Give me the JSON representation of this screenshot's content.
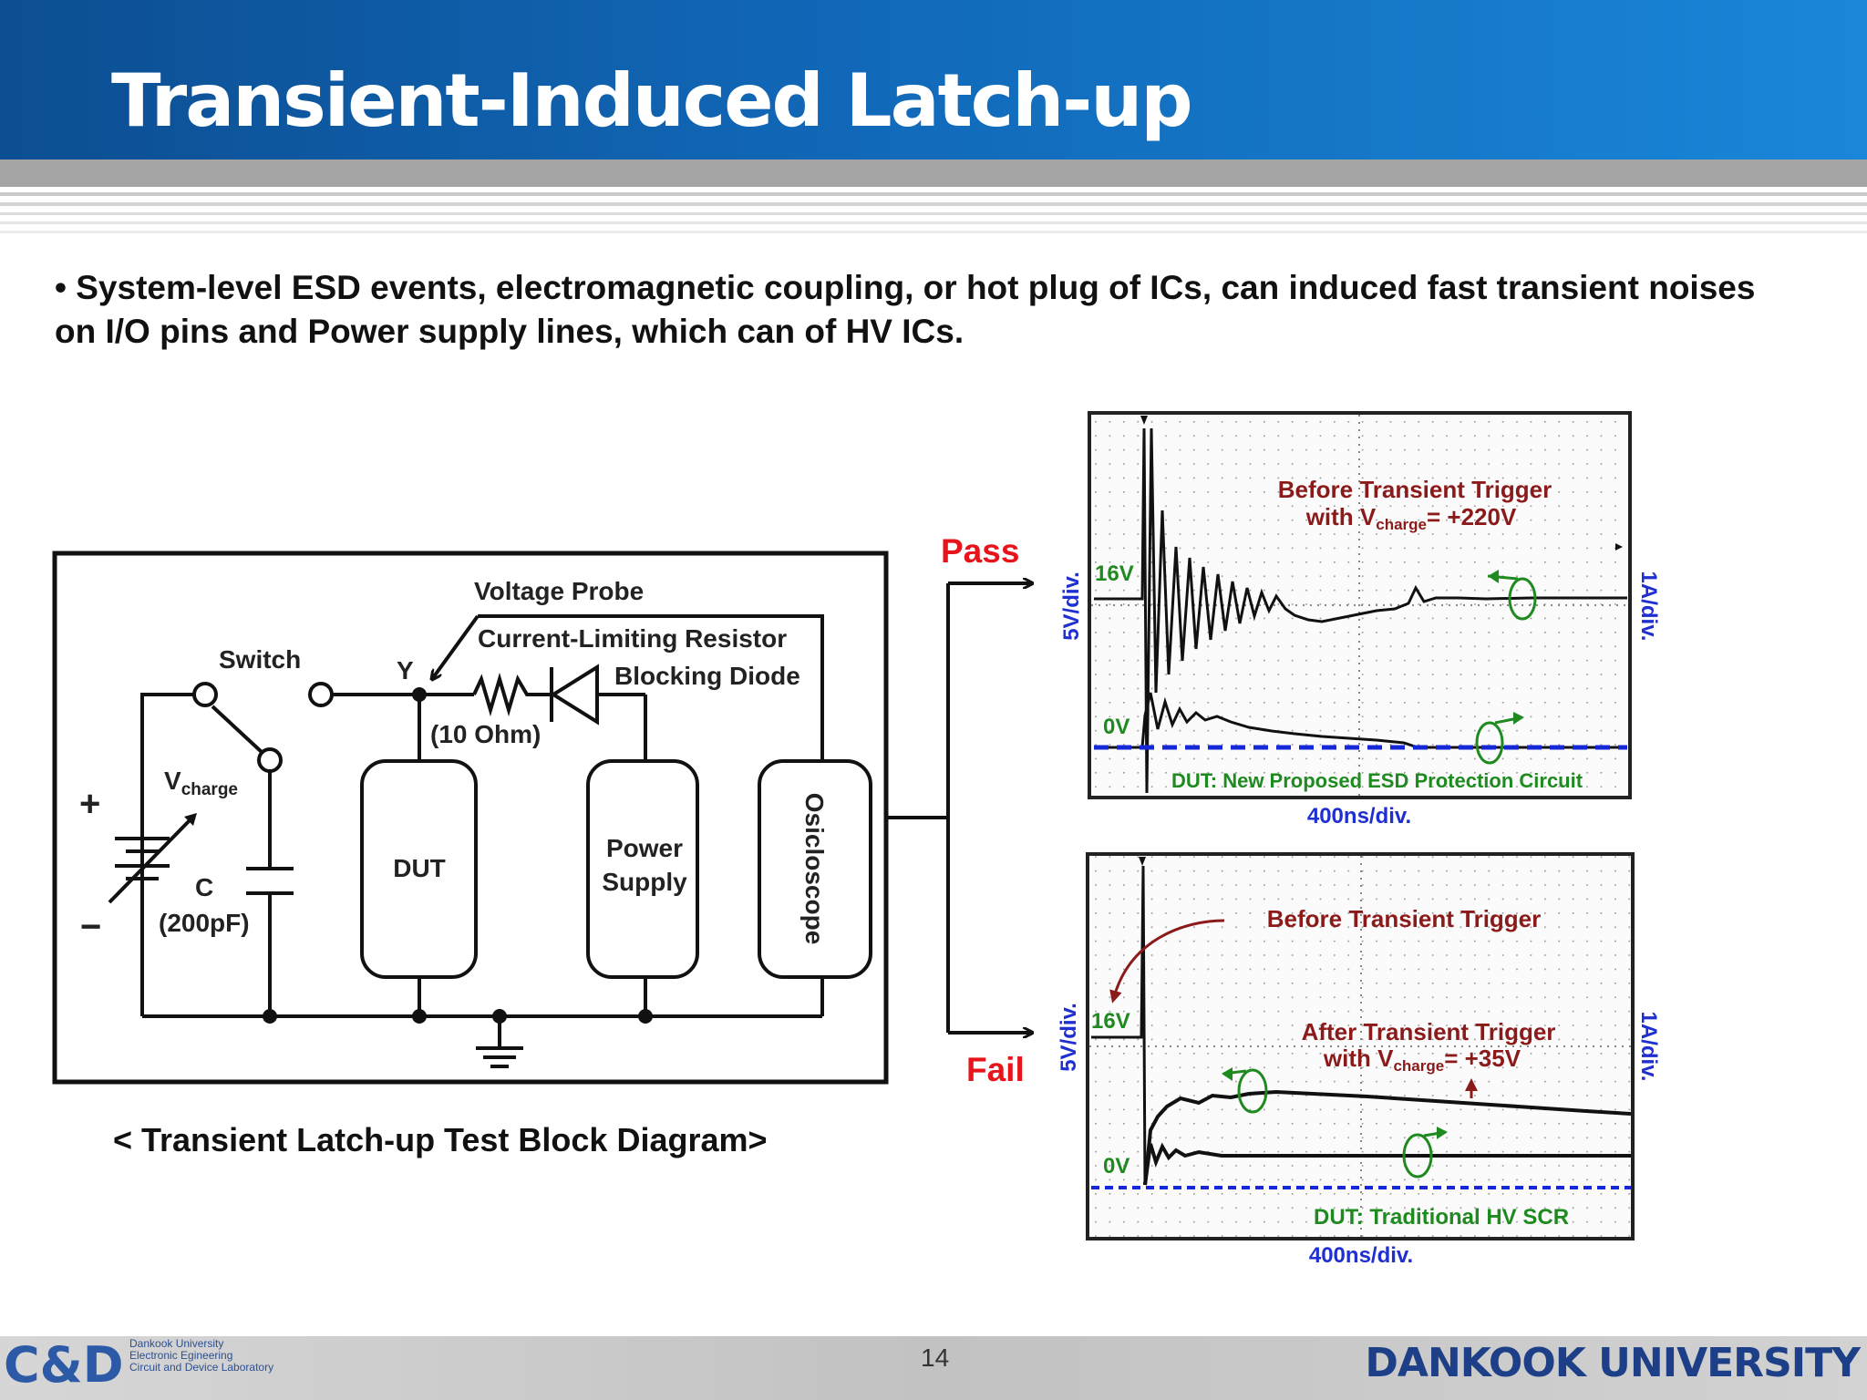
{
  "slide": {
    "title": "Transient-Induced Latch-up",
    "bullet": "• System-level ESD events, electromagnetic coupling, or hot plug of ICs, can induced fast transient noises on I/O pins and Power supply lines, which can of HV ICs.",
    "page_number": "14"
  },
  "footer": {
    "lab_logo": "C&D",
    "lab_lines": [
      "Dankook University",
      "Electronic Egineering",
      "Circuit and Device Laboratory"
    ],
    "university": "DANKOOK UNIVERSITY"
  },
  "diagram": {
    "caption": "< Transient Latch-up Test Block Diagram>",
    "labels": {
      "voltage_probe": "Voltage Probe",
      "current_limiting_resistor": "Current-Limiting Resistor",
      "blocking_diode": "Blocking Diode",
      "switch": "Switch",
      "node_y": "Y",
      "resistor_value": "(10 Ohm)",
      "v_main": "V",
      "v_sub": "charge",
      "plus": "+",
      "minus": "−",
      "cap_c": "C",
      "cap_value": "(200pF)",
      "dut": "DUT",
      "power_line1": "Power",
      "power_line2": "Supply",
      "oscilloscope": "Osicloscope"
    },
    "pass_label": "Pass",
    "fail_label": "Fail",
    "colors": {
      "pass_fail": "#e8141c",
      "annotation": "#8b1a1a",
      "axis_label": "#1f2fd0",
      "circle": "#1f8a1f"
    }
  },
  "scope_pass": {
    "annotation_line1": "Before Transient Trigger",
    "annotation_line2_main": "with V",
    "annotation_line2_sub": "charge",
    "annotation_line2_end": "= +220V",
    "label_16v": "16V",
    "label_0v": "0V",
    "y_left": "5V/div.",
    "y_right": "1A/div.",
    "x_label": "400ns/div.",
    "dut": "DUT: New Proposed ESD Protection Circuit"
  },
  "scope_fail": {
    "annotation_before": "Before Transient Trigger",
    "annotation_after": "After Transient Trigger",
    "annotation_line2_main": "with V",
    "annotation_line2_sub": "charge",
    "annotation_line2_end": "= +35V",
    "label_16v": "16V",
    "label_0v": "0V",
    "y_left": "5V/div.",
    "y_right": "1A/div.",
    "x_label": "400ns/div.",
    "dut": "DUT: Traditional HV SCR"
  }
}
